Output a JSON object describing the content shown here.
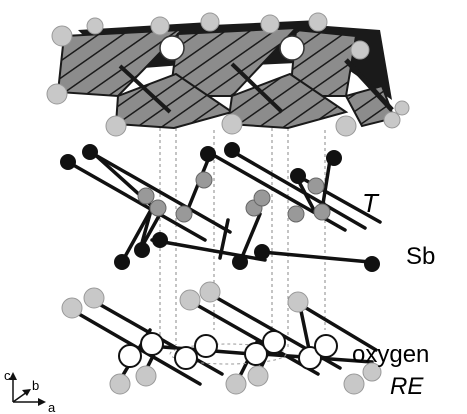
{
  "labels": {
    "transition_metal": "T",
    "antimony": "Sb",
    "oxygen": "oxygen",
    "rare_earth": "RE"
  },
  "axes": {
    "c": "c",
    "b": "b",
    "a": "a"
  },
  "colors": {
    "background": "#ffffff",
    "octahedron_fill": "#8c8c8c",
    "octahedron_dark": "#1a1a1a",
    "atom_light_gray": "#c8c8c8",
    "atom_mid_gray": "#999999",
    "atom_black": "#111111",
    "atom_white": "#ffffff",
    "bond": "#111111",
    "guide_line": "#888888"
  }
}
